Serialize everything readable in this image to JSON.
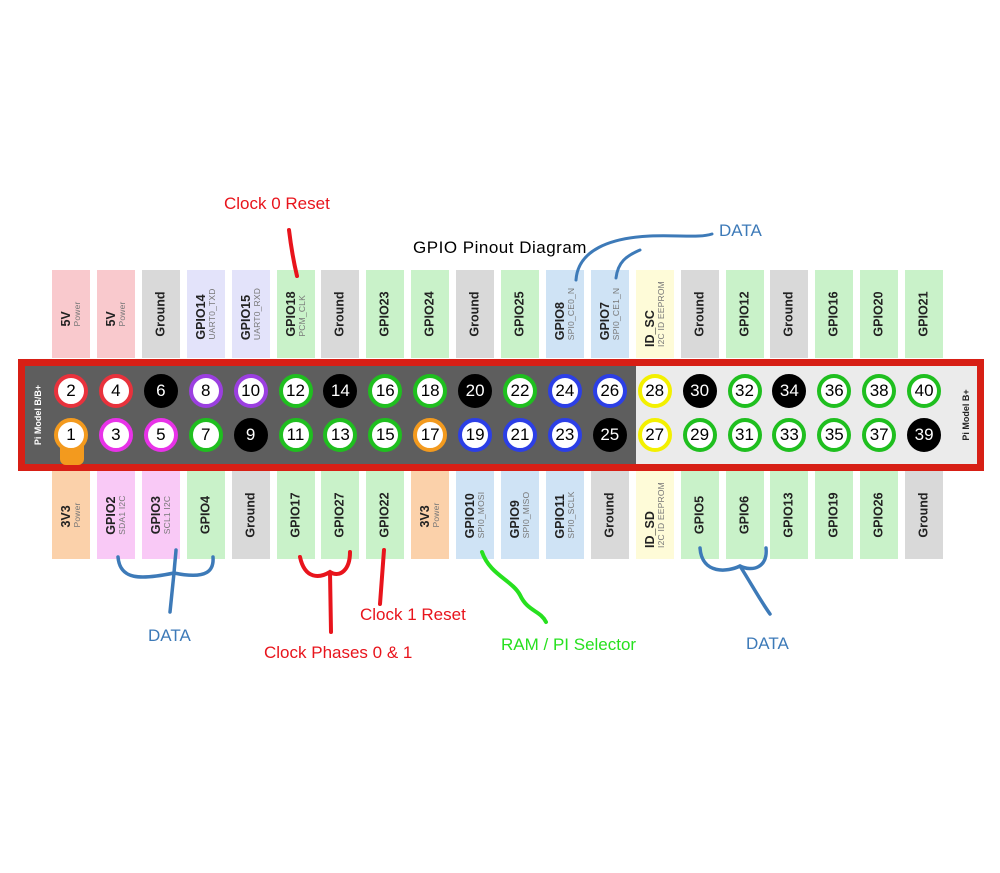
{
  "title": "GPIO Pinout Diagram",
  "board": {
    "left_label": "Pi Model B/B+",
    "right_label": "Pi Model B+"
  },
  "colors": {
    "power5v_bg": "#f9c9cd",
    "power3v3_bg": "#fbd1aa",
    "ground_bg": "#d9d9d9",
    "uart_bg": "#e3e3fa",
    "gpio_bg": "#c9f2c9",
    "i2c_bg": "#f9c9f6",
    "spi_bg": "#cfe3f5",
    "eeprom_bg": "#fefbd8",
    "header_red": "#d71f15",
    "ring_red": "#e8323c",
    "ring_orange": "#f39a1e",
    "ring_black": "#000000",
    "ring_purple": "#9b3fe0",
    "ring_green": "#1fbf1f",
    "ring_magenta": "#e832e8",
    "ring_blue": "#2c3fe6",
    "ring_yellow": "#f3f000"
  },
  "top_labels": [
    {
      "main": "5V",
      "sub": "Power",
      "kind": "power5v"
    },
    {
      "main": "5V",
      "sub": "Power",
      "kind": "power5v"
    },
    {
      "main": "Ground",
      "sub": "",
      "kind": "ground"
    },
    {
      "main": "GPIO14",
      "sub": "UART0_TXD",
      "kind": "uart"
    },
    {
      "main": "GPIO15",
      "sub": "UART0_RXD",
      "kind": "uart"
    },
    {
      "main": "GPIO18",
      "sub": "PCM_CLK",
      "kind": "gpio"
    },
    {
      "main": "Ground",
      "sub": "",
      "kind": "ground"
    },
    {
      "main": "GPIO23",
      "sub": "",
      "kind": "gpio"
    },
    {
      "main": "GPIO24",
      "sub": "",
      "kind": "gpio"
    },
    {
      "main": "Ground",
      "sub": "",
      "kind": "ground"
    },
    {
      "main": "GPIO25",
      "sub": "",
      "kind": "gpio"
    },
    {
      "main": "GPIO8",
      "sub": "SPI0_CE0_N",
      "kind": "spi"
    },
    {
      "main": "GPIO7",
      "sub": "SPI0_CE1_N",
      "kind": "spi"
    },
    {
      "main": "ID_SC",
      "sub": "I2C ID EEPROM",
      "kind": "eeprom"
    },
    {
      "main": "Ground",
      "sub": "",
      "kind": "ground"
    },
    {
      "main": "GPIO12",
      "sub": "",
      "kind": "gpio"
    },
    {
      "main": "Ground",
      "sub": "",
      "kind": "ground"
    },
    {
      "main": "GPIO16",
      "sub": "",
      "kind": "gpio"
    },
    {
      "main": "GPIO20",
      "sub": "",
      "kind": "gpio"
    },
    {
      "main": "GPIO21",
      "sub": "",
      "kind": "gpio"
    }
  ],
  "bottom_labels": [
    {
      "main": "3V3",
      "sub": "Power",
      "kind": "power3v3"
    },
    {
      "main": "GPIO2",
      "sub": "SDA1 I2C",
      "kind": "i2c"
    },
    {
      "main": "GPIO3",
      "sub": "SCL1 I2C",
      "kind": "i2c"
    },
    {
      "main": "GPIO4",
      "sub": "",
      "kind": "gpio"
    },
    {
      "main": "Ground",
      "sub": "",
      "kind": "ground"
    },
    {
      "main": "GPIO17",
      "sub": "",
      "kind": "gpio"
    },
    {
      "main": "GPIO27",
      "sub": "",
      "kind": "gpio"
    },
    {
      "main": "GPIO22",
      "sub": "",
      "kind": "gpio"
    },
    {
      "main": "3V3",
      "sub": "Power",
      "kind": "power3v3"
    },
    {
      "main": "GPIO10",
      "sub": "SPI0_MOSI",
      "kind": "spi"
    },
    {
      "main": "GPIO9",
      "sub": "SPI0_MISO",
      "kind": "spi"
    },
    {
      "main": "GPIO11",
      "sub": "SPI0_SCLK",
      "kind": "spi"
    },
    {
      "main": "Ground",
      "sub": "",
      "kind": "ground"
    },
    {
      "main": "ID_SD",
      "sub": "I2C ID EEPROM",
      "kind": "eeprom"
    },
    {
      "main": "GPIO5",
      "sub": "",
      "kind": "gpio"
    },
    {
      "main": "GPIO6",
      "sub": "",
      "kind": "gpio"
    },
    {
      "main": "GPIO13",
      "sub": "",
      "kind": "gpio"
    },
    {
      "main": "GPIO19",
      "sub": "",
      "kind": "gpio"
    },
    {
      "main": "GPIO26",
      "sub": "",
      "kind": "gpio"
    },
    {
      "main": "Ground",
      "sub": "",
      "kind": "ground"
    }
  ],
  "top_pins": [
    {
      "n": "2",
      "ring": "red",
      "fill": "white"
    },
    {
      "n": "4",
      "ring": "red",
      "fill": "white"
    },
    {
      "n": "6",
      "ring": "black",
      "fill": "black"
    },
    {
      "n": "8",
      "ring": "purple",
      "fill": "white"
    },
    {
      "n": "10",
      "ring": "purple",
      "fill": "white"
    },
    {
      "n": "12",
      "ring": "green",
      "fill": "white"
    },
    {
      "n": "14",
      "ring": "black",
      "fill": "black"
    },
    {
      "n": "16",
      "ring": "green",
      "fill": "white"
    },
    {
      "n": "18",
      "ring": "green",
      "fill": "white"
    },
    {
      "n": "20",
      "ring": "black",
      "fill": "black"
    },
    {
      "n": "22",
      "ring": "green",
      "fill": "white"
    },
    {
      "n": "24",
      "ring": "blue",
      "fill": "white"
    },
    {
      "n": "26",
      "ring": "blue",
      "fill": "white"
    },
    {
      "n": "28",
      "ring": "yellow",
      "fill": "white"
    },
    {
      "n": "30",
      "ring": "black",
      "fill": "black"
    },
    {
      "n": "32",
      "ring": "green",
      "fill": "white"
    },
    {
      "n": "34",
      "ring": "black",
      "fill": "black"
    },
    {
      "n": "36",
      "ring": "green",
      "fill": "white"
    },
    {
      "n": "38",
      "ring": "green",
      "fill": "white"
    },
    {
      "n": "40",
      "ring": "green",
      "fill": "white"
    }
  ],
  "bottom_pins": [
    {
      "n": "1",
      "ring": "orange",
      "fill": "white"
    },
    {
      "n": "3",
      "ring": "magenta",
      "fill": "white"
    },
    {
      "n": "5",
      "ring": "magenta",
      "fill": "white"
    },
    {
      "n": "7",
      "ring": "green",
      "fill": "white"
    },
    {
      "n": "9",
      "ring": "black",
      "fill": "black"
    },
    {
      "n": "11",
      "ring": "green",
      "fill": "white"
    },
    {
      "n": "13",
      "ring": "green",
      "fill": "white"
    },
    {
      "n": "15",
      "ring": "green",
      "fill": "white"
    },
    {
      "n": "17",
      "ring": "orange",
      "fill": "white"
    },
    {
      "n": "19",
      "ring": "blue",
      "fill": "white"
    },
    {
      "n": "21",
      "ring": "blue",
      "fill": "white"
    },
    {
      "n": "23",
      "ring": "blue",
      "fill": "white"
    },
    {
      "n": "25",
      "ring": "black",
      "fill": "black"
    },
    {
      "n": "27",
      "ring": "yellow",
      "fill": "white"
    },
    {
      "n": "29",
      "ring": "green",
      "fill": "white"
    },
    {
      "n": "31",
      "ring": "green",
      "fill": "white"
    },
    {
      "n": "33",
      "ring": "green",
      "fill": "white"
    },
    {
      "n": "35",
      "ring": "green",
      "fill": "white"
    },
    {
      "n": "37",
      "ring": "green",
      "fill": "white"
    },
    {
      "n": "39",
      "ring": "black",
      "fill": "black"
    }
  ],
  "annotations": [
    {
      "key": "clock0_reset",
      "text": "Clock 0 Reset",
      "color": "#e8141c"
    },
    {
      "key": "data_top",
      "text": "DATA",
      "color": "#3d7ab8"
    },
    {
      "key": "data_bottom_left",
      "text": "DATA",
      "color": "#3d7ab8"
    },
    {
      "key": "clock_phases",
      "text": "Clock Phases 0 & 1",
      "color": "#e8141c"
    },
    {
      "key": "clock1_reset",
      "text": "Clock 1 Reset",
      "color": "#e8141c"
    },
    {
      "key": "ram_pi_selector",
      "text": "RAM / PI Selector",
      "color": "#27e01f"
    },
    {
      "key": "data_bottom_right",
      "text": "DATA",
      "color": "#3d7ab8"
    }
  ]
}
